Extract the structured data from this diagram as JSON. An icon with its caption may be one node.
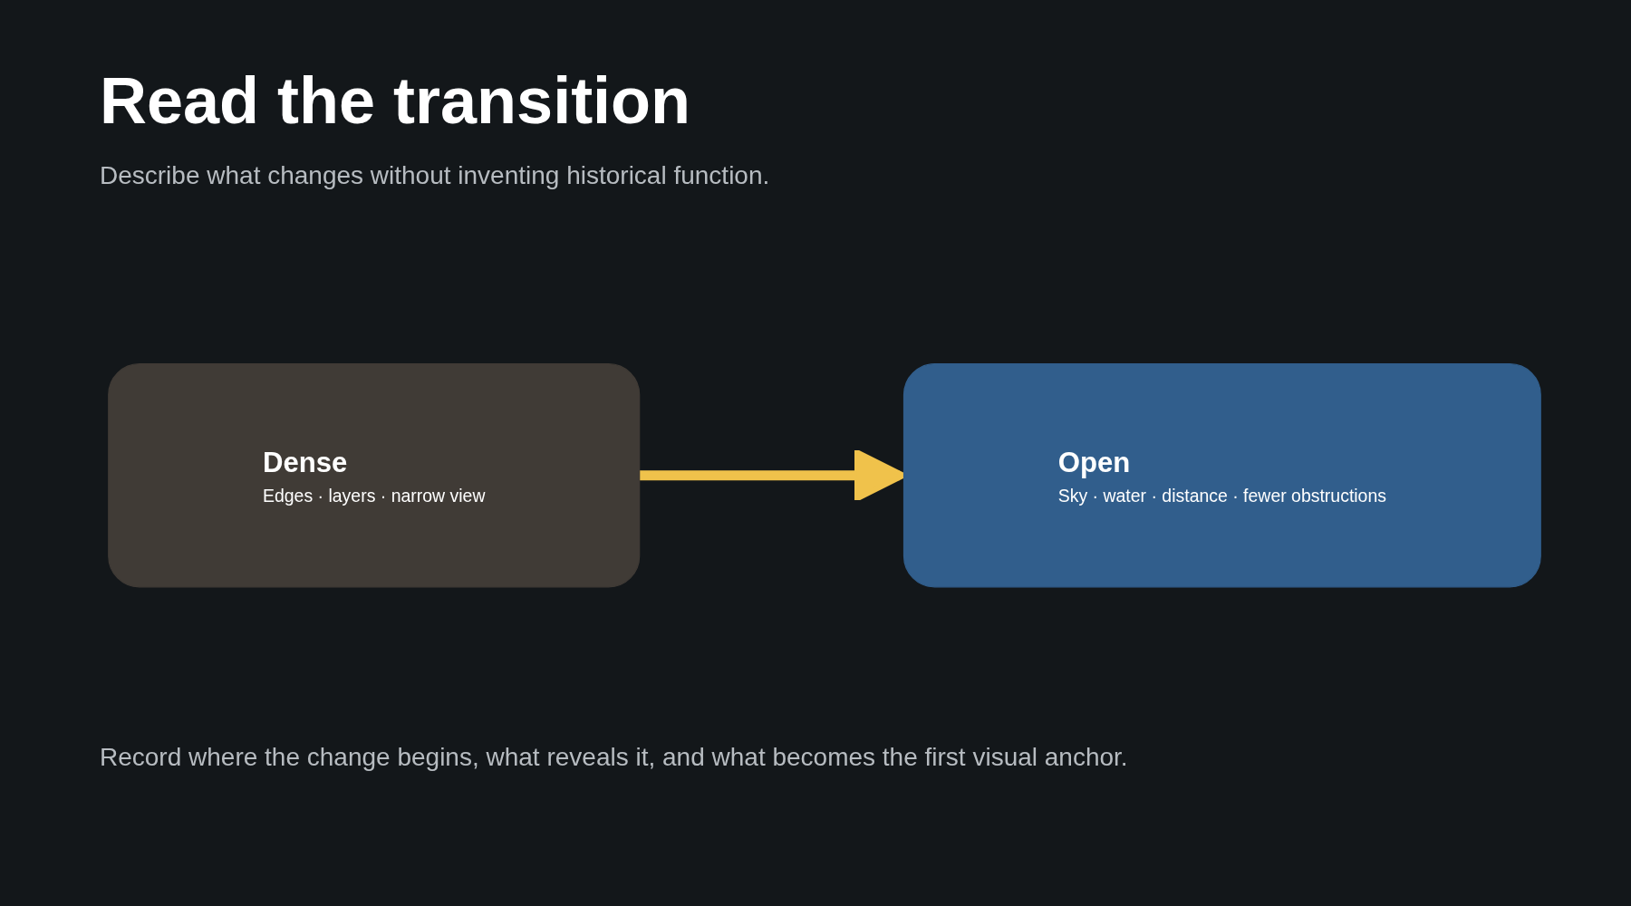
{
  "diagram": {
    "title": "Read the transition",
    "nodes": [
      {
        "text": [
          "Dense",
          "Edges · layers · narrow view"
        ]
      },
      {
        "text": [
          "Open",
          "Sky · water · distance · fewer obstructions"
        ]
      }
    ],
    "edges": [
      {
        "from": 0,
        "to": 1,
        "arrow": "to",
        "color": "#f0c24b"
      }
    ],
    "labels": [
      "Describe what changes without inventing historical function.",
      "Record where the change begins, what reveals it, and what becomes the first visual anchor."
    ]
  }
}
